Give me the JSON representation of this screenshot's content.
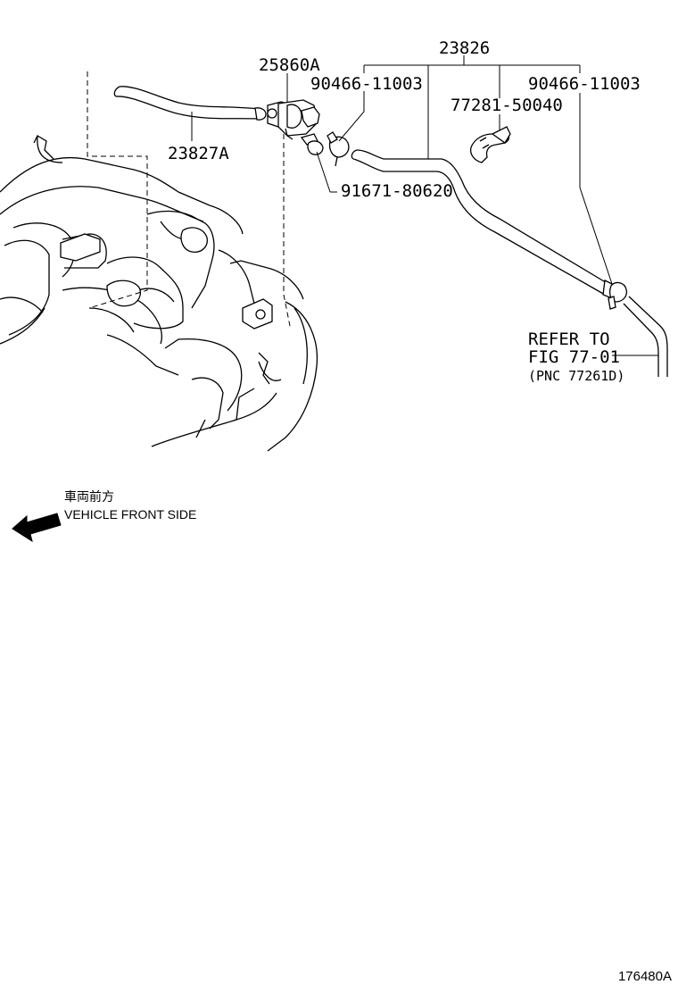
{
  "labels": {
    "assembly": "23826",
    "valve": "25860A",
    "hose_left": "23827A",
    "clamp_left": "90466-11003",
    "clamp_right": "90466-11003",
    "clip": "77281-50040",
    "bolt": "91671-80620"
  },
  "reference": {
    "line1": "REFER TO",
    "line2": "FIG 77-01",
    "line3": "(PNC 77261D)"
  },
  "direction": {
    "japanese": "車両前方",
    "english": "VEHICLE FRONT SIDE"
  },
  "figure_id": "176480A"
}
